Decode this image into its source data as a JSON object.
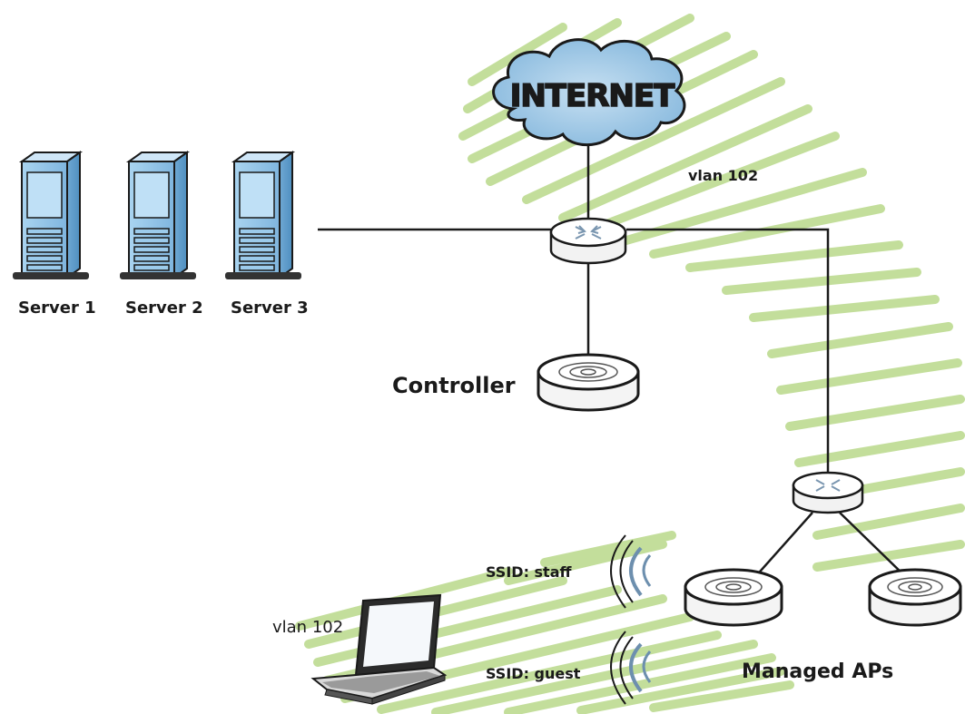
{
  "internet": {
    "label": "INTERNET"
  },
  "vlan_top": {
    "label": "vlan 102"
  },
  "servers": [
    {
      "label": "Server 1"
    },
    {
      "label": "Server 2"
    },
    {
      "label": "Server 3"
    }
  ],
  "controller": {
    "label": "Controller"
  },
  "ssids": [
    {
      "label": "SSID: staff"
    },
    {
      "label": "SSID: guest"
    }
  ],
  "laptop": {
    "vlan_label": "vlan 102"
  },
  "managed_aps": {
    "label": "Managed APs"
  },
  "colors": {
    "highlight": "#b9d98a",
    "line": "#1a1a1a",
    "server_blue": "#8ec3e6",
    "cloud": "#9dc7e6"
  },
  "icons": [
    "cloud-icon",
    "server-icon",
    "switch-icon",
    "access-point-icon",
    "laptop-icon",
    "wifi-signal-icon"
  ]
}
